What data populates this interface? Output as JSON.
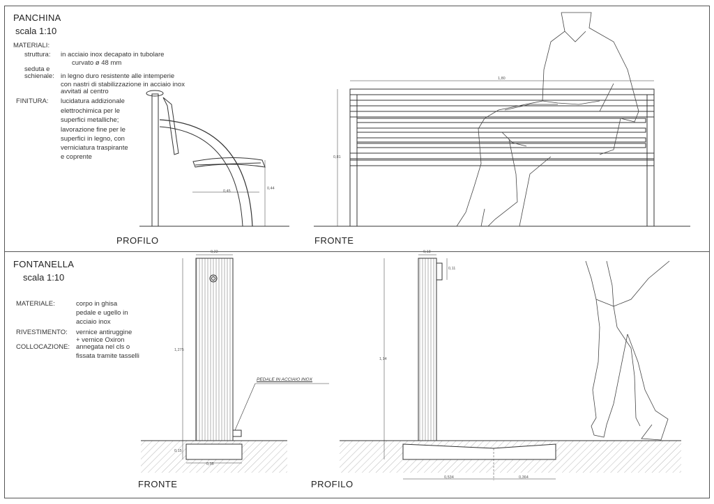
{
  "panchina": {
    "title": "PANCHINA",
    "scale": "scala 1:10",
    "materiali_label": "MATERIALI:",
    "struttura_label": "struttura:",
    "struttura_text_1": "in acciaio inox decapato in tubolare",
    "struttura_text_2": "curvato ø 48 mm",
    "seduta_label_1": "seduta e",
    "seduta_label_2": "schienale:",
    "seduta_text_1": "in legno duro resistente alle intemperie",
    "seduta_text_2": "con nastri di stabilizzazione in acciaio inox",
    "seduta_text_3": "avvitati al centro",
    "finitura_label": "FINITURA:",
    "finitura_lines": [
      "lucidatura addizionale",
      "elettrochimica per le",
      "superfici metalliche;",
      "lavorazione fine per le",
      "superfici in legno, con",
      "verniciatura traspirante",
      "e coprente"
    ],
    "view_profilo": "PROFILO",
    "view_fronte": "FRONTE",
    "dims": {
      "seat_depth": "0,45",
      "seat_height": "0,44",
      "length": "1,80",
      "height": "0,81"
    }
  },
  "fontanella": {
    "title": "FONTANELLA",
    "scale": "scala 1:10",
    "materiale_label": "MATERIALE:",
    "materiale_lines": [
      "corpo in ghisa",
      "pedale e ugello in",
      "acciaio inox"
    ],
    "rivestimento_label": "RIVESTIMENTO:",
    "rivestimento_lines": [
      "vernice antiruggine",
      "+ vernice Oxiron"
    ],
    "collocazione_label": "COLLOCAZIONE:",
    "collocazione_lines": [
      "annegata nel cls o",
      "fissata tramite tasselli"
    ],
    "callout": "PEDALE IN ACCIAIO INOX",
    "view_fronte": "FRONTE",
    "view_profilo": "PROFILO",
    "dims": {
      "width_front": "0,22",
      "height_front": "1,275",
      "base_height": "0,15",
      "base_width": "0,35",
      "width_side": "0,13",
      "top_offset": "0,11",
      "height_side": "1,14",
      "base_left": "0,534",
      "base_right": "0,364"
    }
  }
}
